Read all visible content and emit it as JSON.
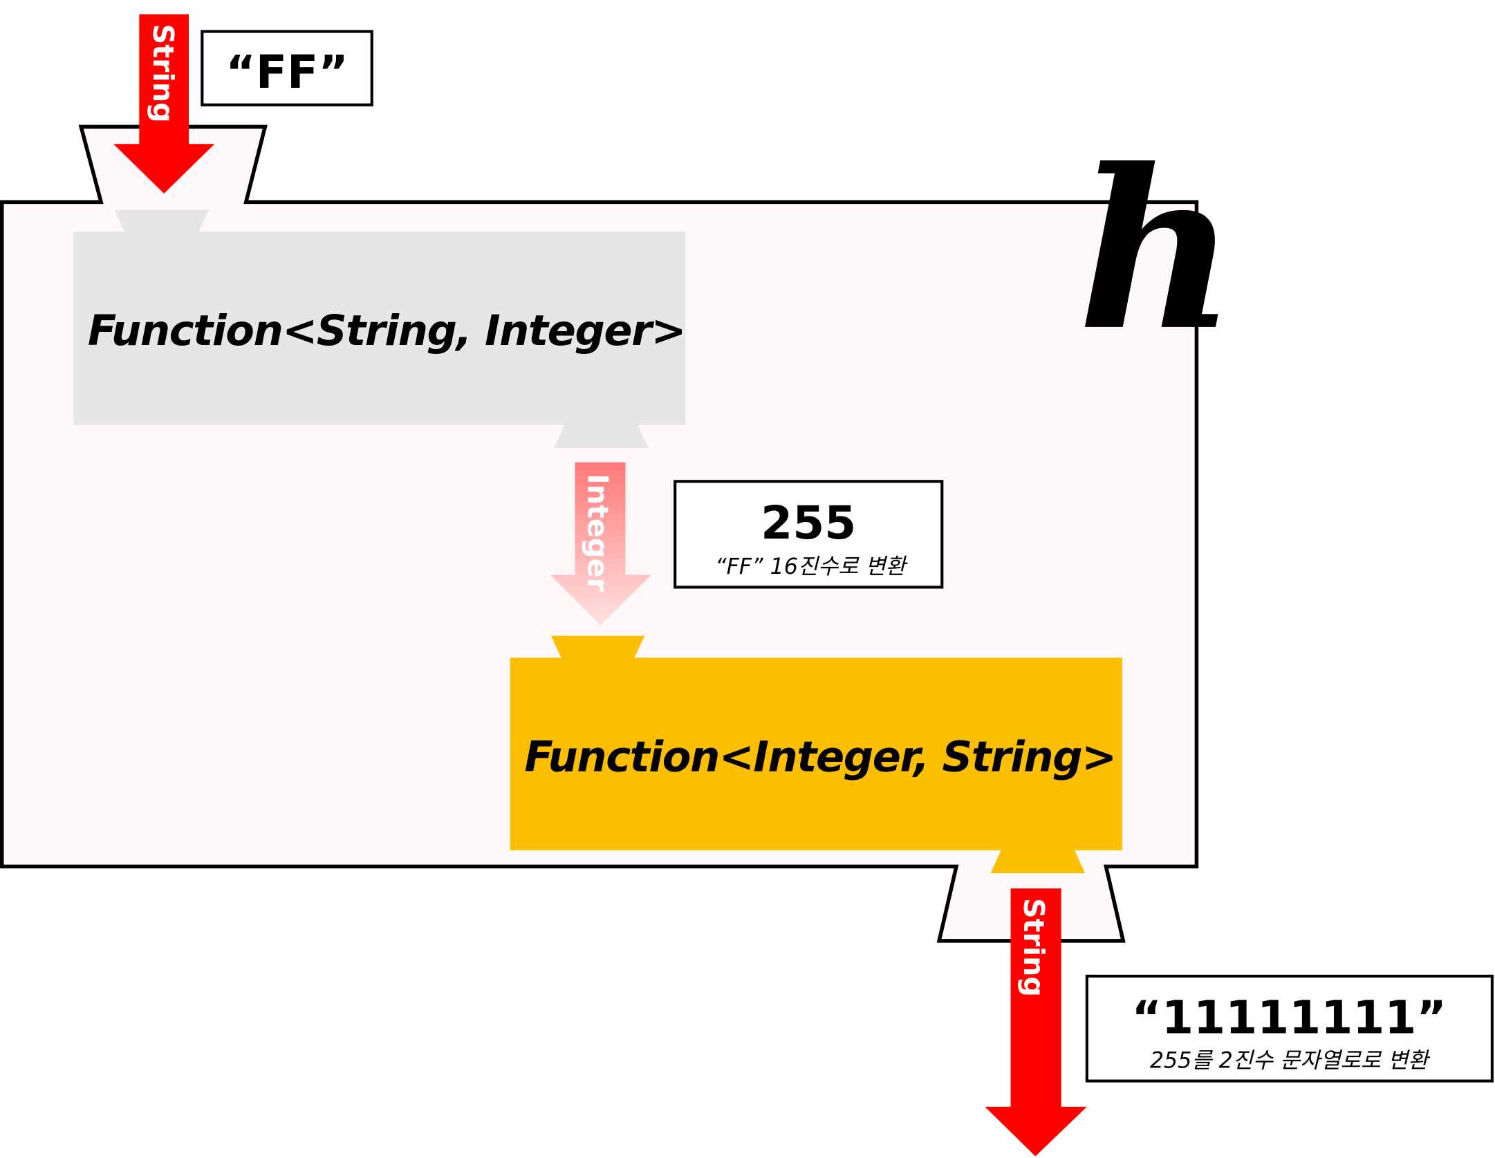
{
  "function_label": "h",
  "input": {
    "type_label": "String",
    "value": "“FF”"
  },
  "stage1": {
    "label": "Function<String, Integer>",
    "color": "#e6e6e6"
  },
  "intermediate": {
    "type_label": "Integer",
    "value": "255",
    "note": "“FF” 16진수로 변환"
  },
  "stage2": {
    "label": "Function<Integer, String>",
    "color": "#fbbf00"
  },
  "output": {
    "type_label": "String",
    "value": "“11111111”",
    "note": "255를 2진수 문자열로로 변환"
  },
  "colors": {
    "container_fill": "#fff8f8",
    "arrow_red": "#ff0000",
    "arrow_faded": "#ffb0b0",
    "outline": "#000000"
  }
}
